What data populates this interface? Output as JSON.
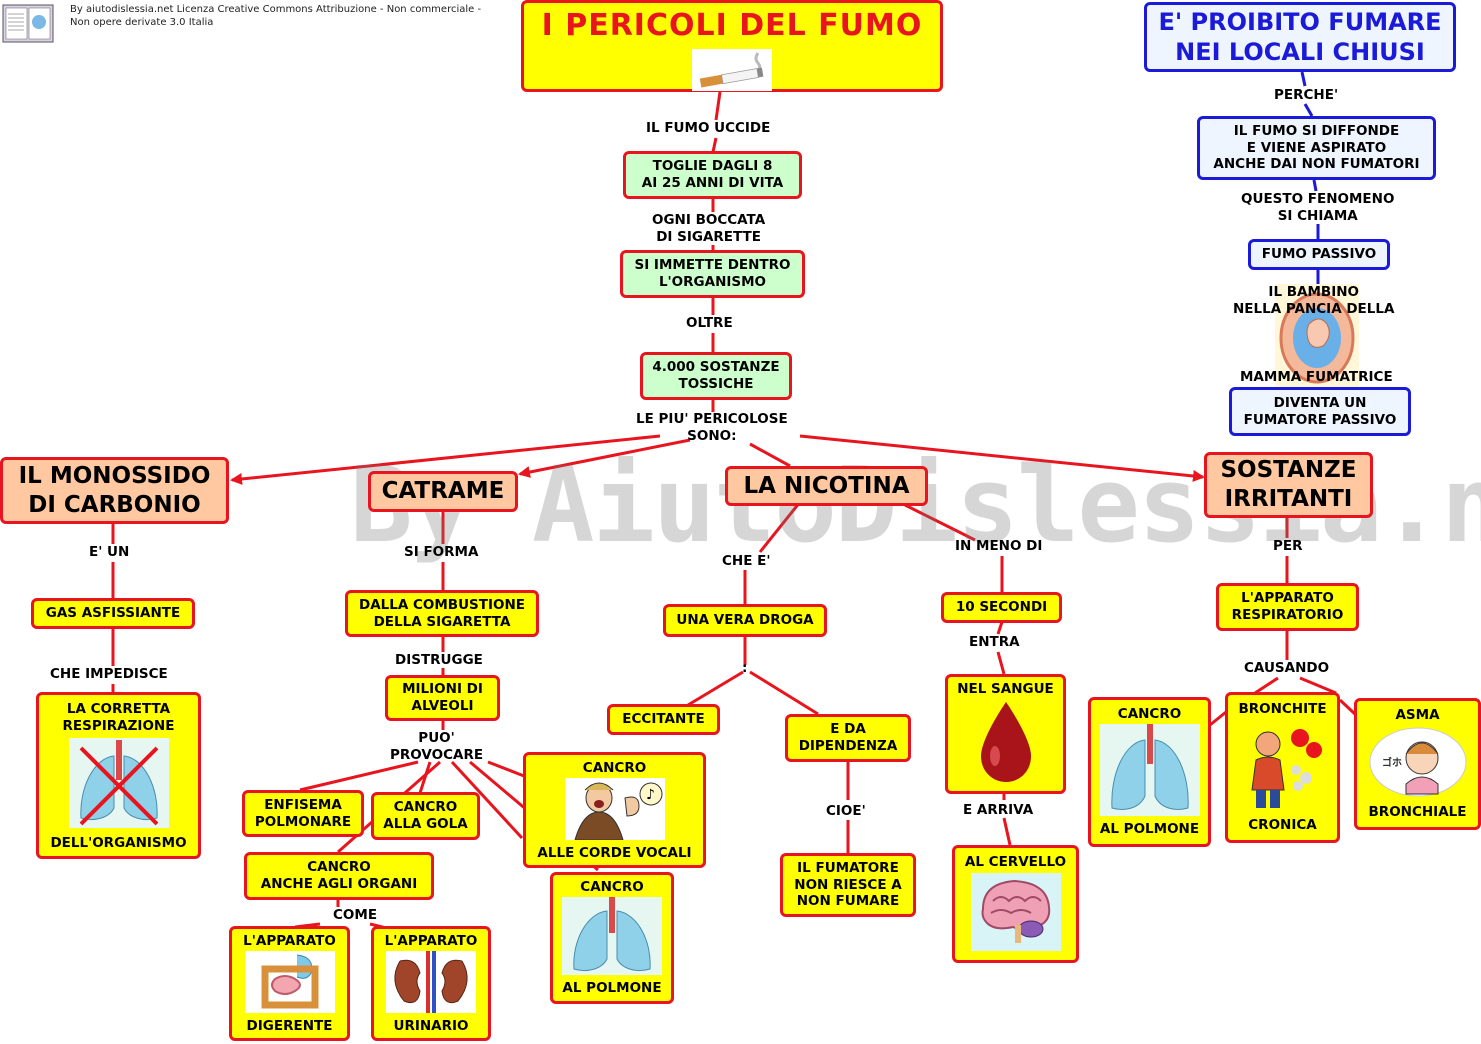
{
  "license": "By aiutodislessia.net Licenza Creative Commons Attribuzione - Non commerciale - Non opere derivate 3.0 Italia",
  "watermark": "By AiutoDislessia.net",
  "title": "I PERICOLI DEL FUMO",
  "colors": {
    "line": "#e8141e",
    "yellow": "#ffff00",
    "green": "#ccffcc",
    "orange": "#ffc8a0",
    "blue_border": "#1a1ad8",
    "title_text": "#e8141e"
  },
  "nodes": {
    "togliere": "TOGLIE DAGLI 8\nAI 25 ANNI DI VITA",
    "immette": "SI IMMETTE DENTRO\nL'ORGANISMO",
    "sostanze": "4.000 SOSTANZE\nTOSSICHE",
    "monossido": "IL MONOSSIDO\nDI CARBONIO",
    "catrame": "CATRAME",
    "nicotina": "LA NICOTINA",
    "irritanti": "SOSTANZE\nIRRITANTI",
    "gas": "GAS ASFISSIANTE",
    "respirazione_top": "LA CORRETTA\nRESPIRAZIONE",
    "respirazione_bottom": "DELL'ORGANISMO",
    "combustione": "DALLA COMBUSTIONE\nDELLA SIGARETTA",
    "alveoli": "MILIONI DI\nALVEOLI",
    "enfisema": "ENFISEMA\nPOLMONARE",
    "cancro_gola": "CANCRO\nALLA GOLA",
    "cancro_corde_top": "CANCRO",
    "cancro_corde_bottom": "ALLE CORDE VOCALI",
    "cancro_organi": "CANCRO\nANCHE AGLI ORGANI",
    "digerente_top": "L'APPARATO",
    "digerente_bottom": "DIGERENTE",
    "urinario_top": "L'APPARATO",
    "urinario_bottom": "URINARIO",
    "cancro_polm1_top": "CANCRO",
    "cancro_polm1_bottom": "AL POLMONE",
    "droga": "UNA VERA DROGA",
    "eccitante": "ECCITANTE",
    "dipendenza": "E DA\nDIPENDENZA",
    "fumatore": "IL FUMATORE\nNON RIESCE A\nNON FUMARE",
    "dieci_secondi": "10 SECONDI",
    "sangue": "NEL SANGUE",
    "cervello": "AL CERVELLO",
    "respiratorio": "L'APPARATO\nRESPIRATORIO",
    "cancro_polm2_top": "CANCRO",
    "cancro_polm2_bottom": "AL POLMONE",
    "bronchite_top": "BRONCHITE",
    "bronchite_bottom": "CRONICA",
    "asma_top": "ASMA",
    "asma_bottom": "BRONCHIALE",
    "proibito": "E' PROIBITO FUMARE\nNEI LOCALI CHIUSI",
    "diffonde": "IL FUMO SI DIFFONDE\nE VIENE ASPIRATO\nANCHE DAI NON FUMATORI",
    "passivo": "FUMO PASSIVO",
    "diventa": "DIVENTA UN\nFUMATORE PASSIVO"
  },
  "labels": {
    "uccide": "IL FUMO UCCIDE",
    "boccata": "OGNI BOCCATA\nDI SIGARETTE",
    "oltre": "OLTRE",
    "pericolose": "LE PIU' PERICOLOSE\nSONO:",
    "e_un": "E' UN",
    "impedisce": "CHE IMPEDISCE",
    "si_forma": "SI FORMA",
    "distrugge": "DISTRUGGE",
    "puo": "PUO'\nPROVOCARE",
    "come": "COME",
    "che_e": "CHE E'",
    "colon": ":",
    "cioe": "CIOE'",
    "in_meno": "IN MENO DI",
    "entra": "ENTRA",
    "e_arriva": "E ARRIVA",
    "per": "PER",
    "causando": "CAUSANDO",
    "perche": "PERCHE'",
    "fenomeno": "QUESTO FENOMENO\nSI CHIAMA",
    "bambino": "IL BAMBINO\nNELLA PANCIA DELLA",
    "mamma": "MAMMA FUMATRICE"
  },
  "icons": [
    "cigarette-icon",
    "lungs-crossed-icon",
    "singer-icon",
    "lungs-icon",
    "intestine-icon",
    "kidneys-icon",
    "blood-drop-icon",
    "brain-icon",
    "coughing-man-icon",
    "asthma-girl-icon",
    "pregnant-belly-icon",
    "book-logo-icon"
  ]
}
